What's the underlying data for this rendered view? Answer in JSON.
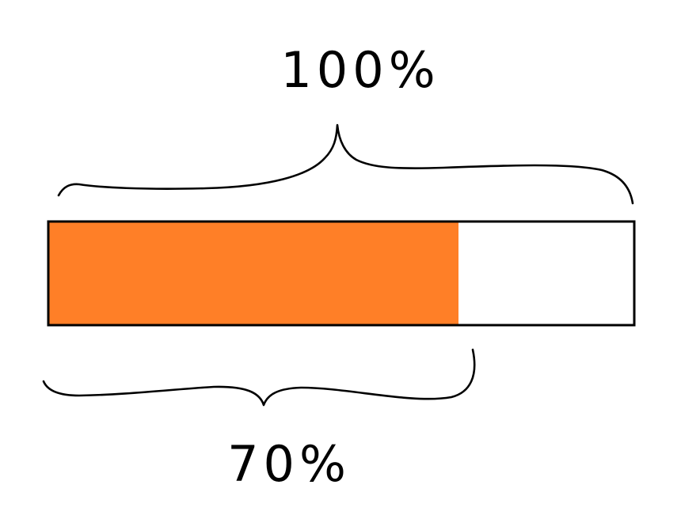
{
  "diagram": {
    "total_label": "100%",
    "part_label": "70%",
    "fill_fraction": 0.7,
    "fill_color": "#FF7F27",
    "empty_color": "#FFFFFF",
    "outline_color": "#000000"
  }
}
